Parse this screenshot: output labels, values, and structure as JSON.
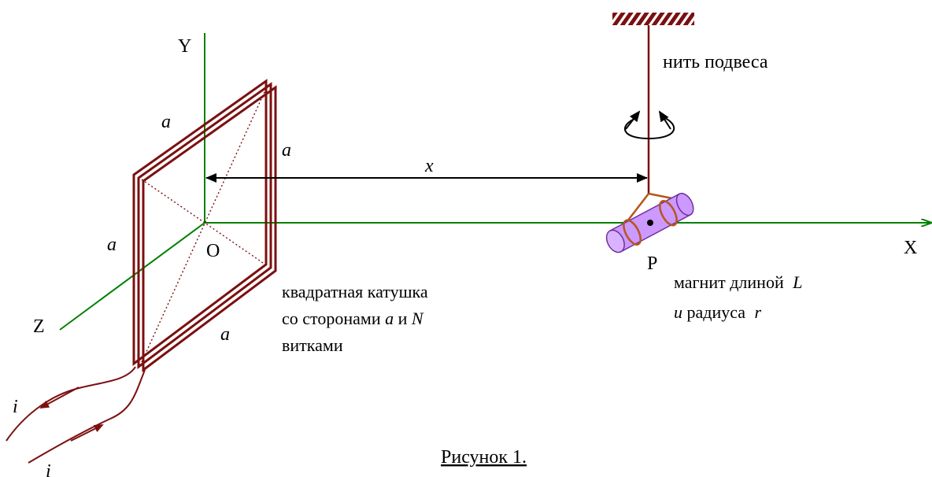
{
  "axes": {
    "x_label": "X",
    "y_label": "Y",
    "z_label": "Z",
    "origin_label": "O",
    "point_p_label": "P"
  },
  "coil": {
    "side_symbol": "a",
    "caption_line1": "квадратная катушка",
    "caption_line2_text": "со сторонами ",
    "caption_line2_a": "a",
    "caption_line2_and": " и ",
    "caption_line2_n": "N",
    "caption_line3": "витками"
  },
  "distance": {
    "symbol": "x"
  },
  "thread": {
    "label": "нить подвеса"
  },
  "magnet": {
    "line1_text": "магнит длиной ",
    "line1_symbol": "L",
    "line2_u": "и",
    "line2_text": " радиуса ",
    "line2_symbol": "r"
  },
  "current": {
    "symbol_top": "i",
    "symbol_bottom": "i"
  },
  "figure_caption": "Рисунок 1.",
  "colors": {
    "axis": "#008000",
    "coil": "#7b1010",
    "thread": "#7b1010",
    "magnet_fill": "#cc99ff",
    "magnet_stroke": "#7030a0",
    "holder": "#b5561c"
  }
}
